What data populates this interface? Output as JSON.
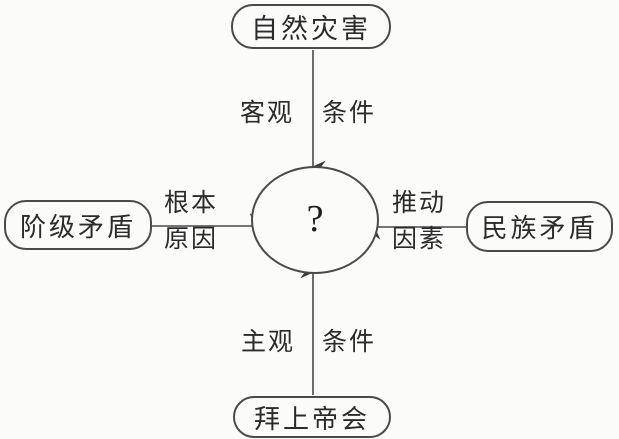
{
  "diagram": {
    "type": "concept-map",
    "center": {
      "label": "?",
      "shape": "ellipse"
    },
    "nodes": {
      "top": "自然灾害",
      "bottom": "拜上帝会",
      "left": "阶级矛盾",
      "right": "民族矛盾"
    },
    "edges": {
      "top": {
        "label_part_a": "客观",
        "label_part_b": "条件",
        "direction": "down"
      },
      "bottom": {
        "label_part_a": "主观",
        "label_part_b": "条件",
        "direction": "up"
      },
      "left": {
        "label_line_1": "根本",
        "label_line_2": "原因",
        "direction": "right"
      },
      "right": {
        "label_line_1": "推动",
        "label_line_2": "因素",
        "direction": "left"
      }
    },
    "colors": {
      "stroke": "#4a4a4a",
      "text": "#2b2b2b",
      "background": "#fbfbf9"
    }
  }
}
